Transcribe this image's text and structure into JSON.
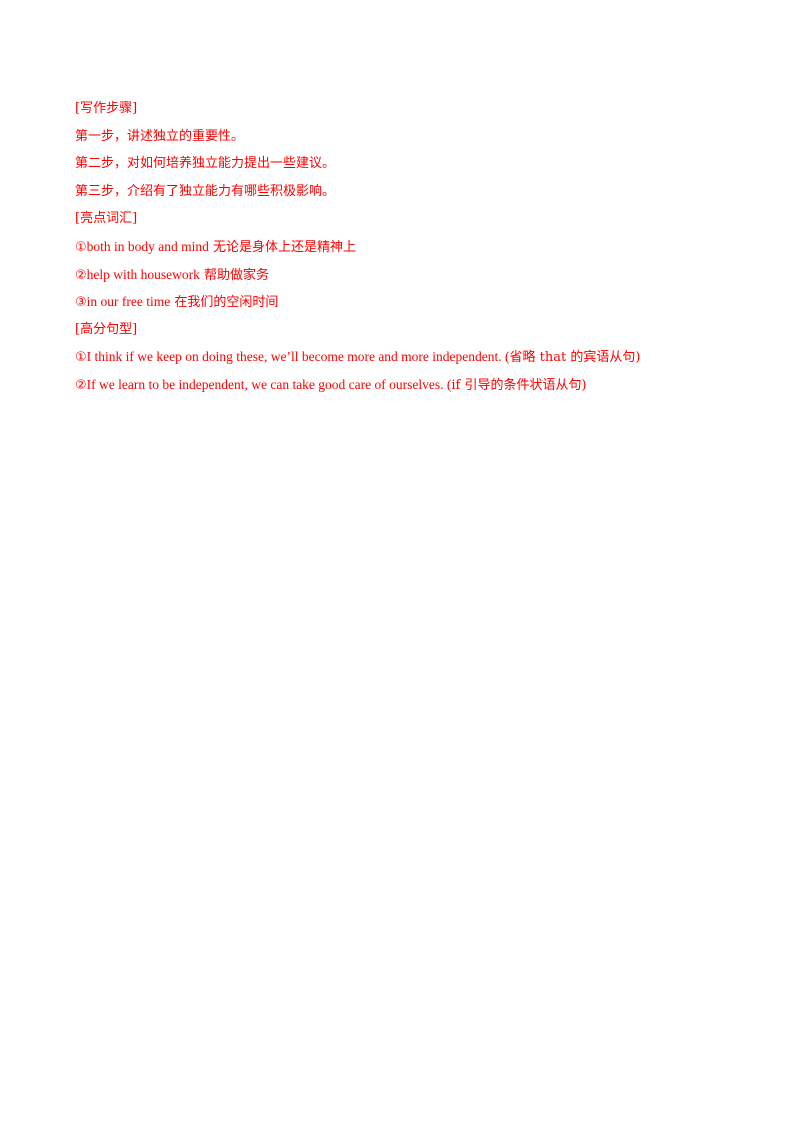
{
  "writing_steps": {
    "heading": "[写作步骤]",
    "steps": [
      "第一步，讲述独立的重要性。",
      "第二步，对如何培养独立能力提出一些建议。",
      "第三步，介绍有了独立能力有哪些积极影响。"
    ]
  },
  "vocabulary": {
    "heading": "[亮点词汇]",
    "items": [
      {
        "marker": "①",
        "english": "both in body and mind",
        "chinese": " 无论是身体上还是精神上"
      },
      {
        "marker": "②",
        "english": "help with housework",
        "chinese": " 帮助做家务"
      },
      {
        "marker": "③",
        "english": "in our free time",
        "chinese": " 在我们的空闲时间"
      }
    ]
  },
  "sentences": {
    "heading": "[高分句型]",
    "items": [
      {
        "marker": "①",
        "english": "I think if we keep on doing these, we’ll become more and more independent. (",
        "chinese": "省略 that 的宾语从句)"
      },
      {
        "marker": "②",
        "english": "If we learn to be independent, we can take good care of ourselves. (",
        "chinese": "if 引导的条件状语从句)"
      }
    ]
  },
  "colors": {
    "text": "#ff0000",
    "background": "#ffffff"
  }
}
